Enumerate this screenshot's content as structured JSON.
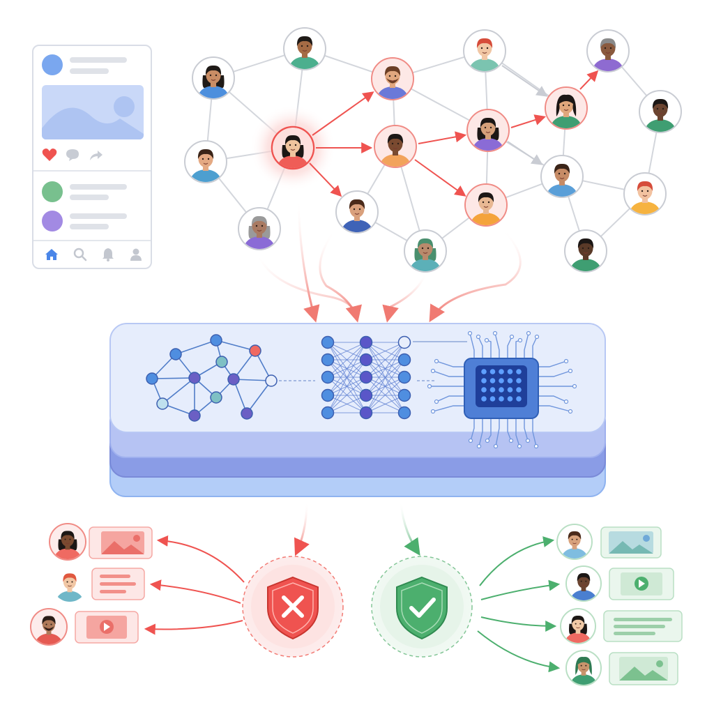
{
  "colors": {
    "danger": "#ef5350",
    "danger_light": "#f8b5b3",
    "safe": "#4caf6e",
    "safe_light": "#b9dfc4",
    "node_blue": "#5d8fd6",
    "node_purple": "#6b5fc4",
    "platform_top": "#e6edfc",
    "platform_layer": "#b6c3f3",
    "platform_layer_2": "#8a9ce6",
    "platform_layer_3": "#b3cdf8",
    "edge_gray": "#d3d6dc"
  },
  "feed_card": {
    "icons": [
      "user-avatar-icon",
      "image-placeholder-icon",
      "heart-icon",
      "comment-icon",
      "share-icon",
      "home-icon",
      "search-icon",
      "bell-icon",
      "profile-icon"
    ]
  },
  "social_network": {
    "people": [
      {
        "id": "p1",
        "skin": "#c98d65",
        "shirt": "#4d8fdd",
        "hair": "#1f1a17"
      },
      {
        "id": "p2",
        "skin": "#a56b45",
        "shirt": "#4caf8e",
        "hair": "#1f1a17"
      },
      {
        "id": "p3",
        "skin": "#e1a77f",
        "shirt": "#6a79d8",
        "hair": "#6b3e25"
      },
      {
        "id": "p4",
        "skin": "#f1c7a5",
        "shirt": "#7bc4b0",
        "hair": "#d64c3a"
      },
      {
        "id": "p5",
        "skin": "#8a5a3e",
        "shirt": "#8e6bd1",
        "hair": "#8a8a8a"
      },
      {
        "id": "p6",
        "skin": "#e4a983",
        "shirt": "#4d9fd0",
        "hair": "#3a2418"
      },
      {
        "id": "p7",
        "skin": "#f0c49e",
        "shirt": "#ef5d57",
        "hair": "#1c1715"
      },
      {
        "id": "p8",
        "skin": "#7a4a30",
        "shirt": "#f2a35b",
        "hair": "#1c1715"
      },
      {
        "id": "p9",
        "skin": "#d6a07a",
        "shirt": "#8a6bd6",
        "hair": "#1c1715"
      },
      {
        "id": "p10",
        "skin": "#e0a77c",
        "shirt": "#3f9e72",
        "hair": "#1c1715"
      },
      {
        "id": "p11",
        "skin": "#6b4430",
        "shirt": "#3f9e72",
        "hair": "#1c1715"
      },
      {
        "id": "p12",
        "skin": "#a97a62",
        "shirt": "#8a6bd6",
        "hair": "#9a9a9a"
      },
      {
        "id": "p13",
        "skin": "#d9a07c",
        "shirt": "#3f63b7",
        "hair": "#4a2a1a"
      },
      {
        "id": "p14",
        "skin": "#e8b893",
        "shirt": "#f4a33b",
        "hair": "#1c1715"
      },
      {
        "id": "p15",
        "skin": "#c68b66",
        "shirt": "#5a9fd8",
        "hair": "#3a2418"
      },
      {
        "id": "p16",
        "skin": "#f2c2a0",
        "shirt": "#f6b340",
        "hair": "#d64c3a"
      },
      {
        "id": "p17",
        "skin": "#b98a6c",
        "shirt": "#5cb0b8",
        "hair": "#4a8f6e"
      },
      {
        "id": "p18",
        "skin": "#5a3a28",
        "shirt": "#3f9e72",
        "hair": "#1c1715"
      }
    ]
  },
  "ml_platform": {
    "components": [
      "graph-neural-network",
      "neural-network",
      "ai-chip"
    ]
  },
  "outcomes": {
    "blocked": {
      "icon": "shield-x-icon"
    },
    "approved": {
      "icon": "shield-check-icon"
    },
    "blocked_items": [
      {
        "content": "image-post-icon"
      },
      {
        "content": "text-post-icon"
      },
      {
        "content": "video-post-icon"
      }
    ],
    "approved_items": [
      {
        "content": "image-post-icon"
      },
      {
        "content": "video-post-icon"
      },
      {
        "content": "text-post-icon"
      },
      {
        "content": "image-post-icon"
      }
    ]
  }
}
